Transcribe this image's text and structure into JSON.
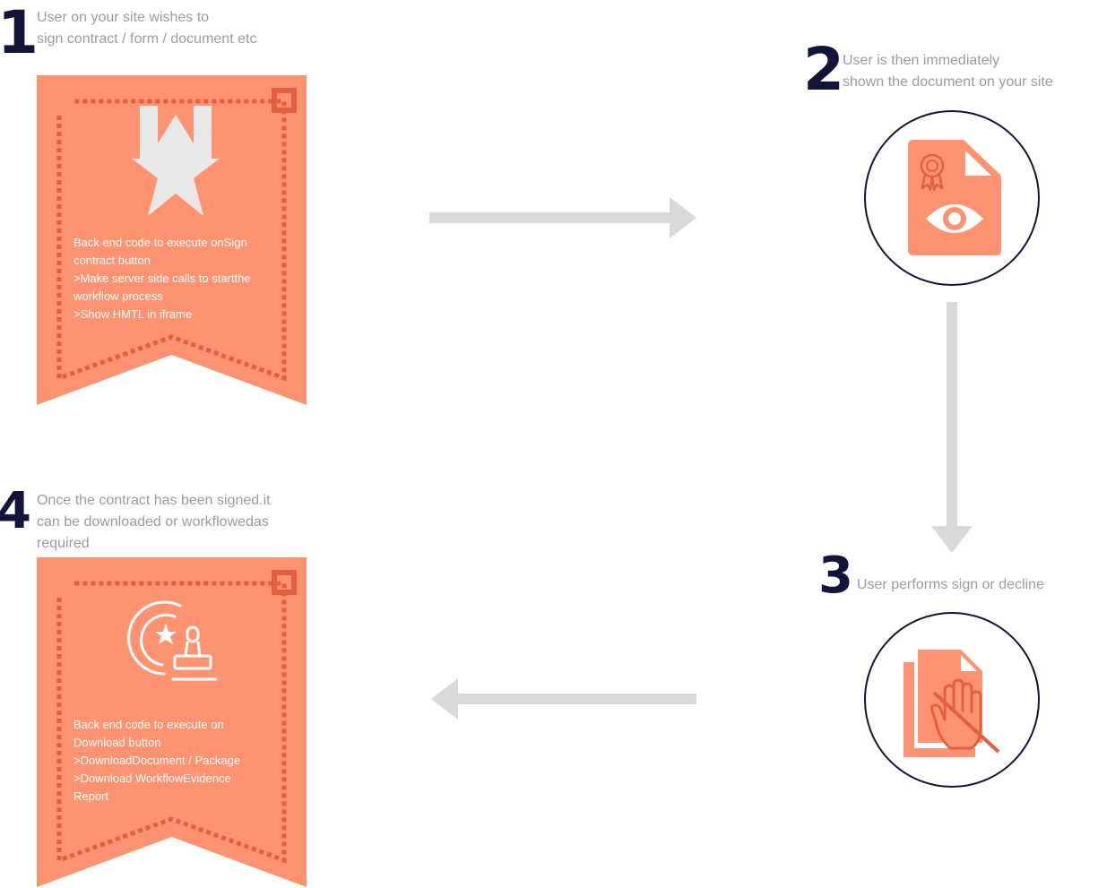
{
  "steps": [
    {
      "number": "1",
      "lines": [
        "User on your site wishes to",
        "sign contract / form / document etc"
      ],
      "banner_lines": [
        "Back end code to execute onSign",
        "contract button",
        ">Make server side calls to startthe",
        "workflow process",
        ">Show HMTL in iframe"
      ],
      "icon": "ribbon-star-medal-icon"
    },
    {
      "number": "2",
      "lines": [
        "User is then immediately",
        "shown the document on your site"
      ],
      "icon": "certificate-document-eye-icon"
    },
    {
      "number": "3",
      "lines": [
        "User performs sign or decline"
      ],
      "icon": "document-hand-decline-icon"
    },
    {
      "number": "4",
      "lines": [
        "Once the contract has been signed.it",
        "can be downloaded or workflowedas",
        "required"
      ],
      "banner_lines": [
        "Back end code to execute on",
        "Download button",
        ">DownloadDocument / Package",
        ">Download WorkflowEvidence",
        "Report"
      ],
      "icon": "stamp-seal-icon"
    }
  ],
  "colors": {
    "banner": "#ff9371",
    "banner_dots": "#e2603f",
    "icon_light": "#e8e8e8",
    "number": "#14143a",
    "caption": "#9a9aa8",
    "arrow": "#d9d9d9",
    "circle_border": "#14143a"
  }
}
